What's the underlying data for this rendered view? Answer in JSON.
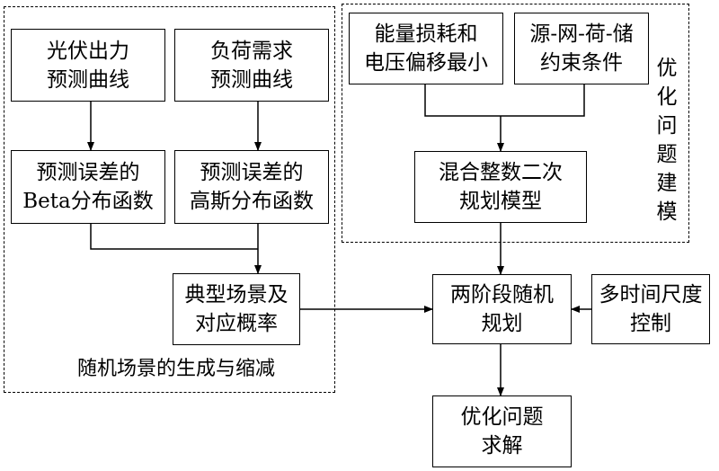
{
  "groups": {
    "scenario": {
      "label": "随机场景的生成与缩减"
    },
    "optimization": {
      "label": "优\n化\n问\n题\n建\n模"
    }
  },
  "boxes": {
    "pv_forecast": {
      "line1": "光伏出力",
      "line2": "预测曲线"
    },
    "load_forecast": {
      "line1": "负荷需求",
      "line2": "预测曲线"
    },
    "pv_error": {
      "line1": "预测误差的",
      "line2": "Beta分布函数"
    },
    "load_error": {
      "line1": "预测误差的",
      "line2": "高斯分布函数"
    },
    "typical_scenes": {
      "line1": "典型场景及",
      "line2": "对应概率"
    },
    "objective": {
      "line1": "能量损耗和",
      "line2": "电压偏移最小"
    },
    "constraints": {
      "line1": "源-网-荷-储",
      "line2": "约束条件"
    },
    "miqp": {
      "line1": "混合整数二次",
      "line2": "规划模型"
    },
    "two_stage": {
      "line1": "两阶段随机",
      "line2": "规划"
    },
    "multi_time": {
      "line1": "多时间尺度",
      "line2": "控制"
    },
    "solve": {
      "line1": "优化问题",
      "line2": "求解"
    }
  }
}
